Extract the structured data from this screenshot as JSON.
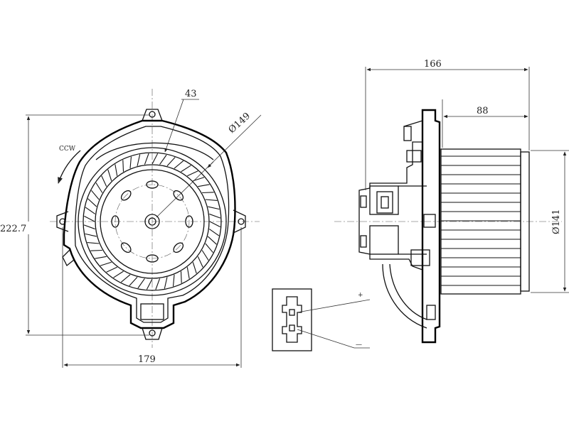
{
  "dimensions": {
    "front_height": "222.7",
    "front_width": "179",
    "diameter_outer": "Ø149",
    "offset_43": "43",
    "side_length": "166",
    "side_depth": "88",
    "wheel_diameter": "Ø141"
  },
  "annotations": {
    "rotation": "CCW",
    "plus": "+",
    "minus": "—"
  }
}
